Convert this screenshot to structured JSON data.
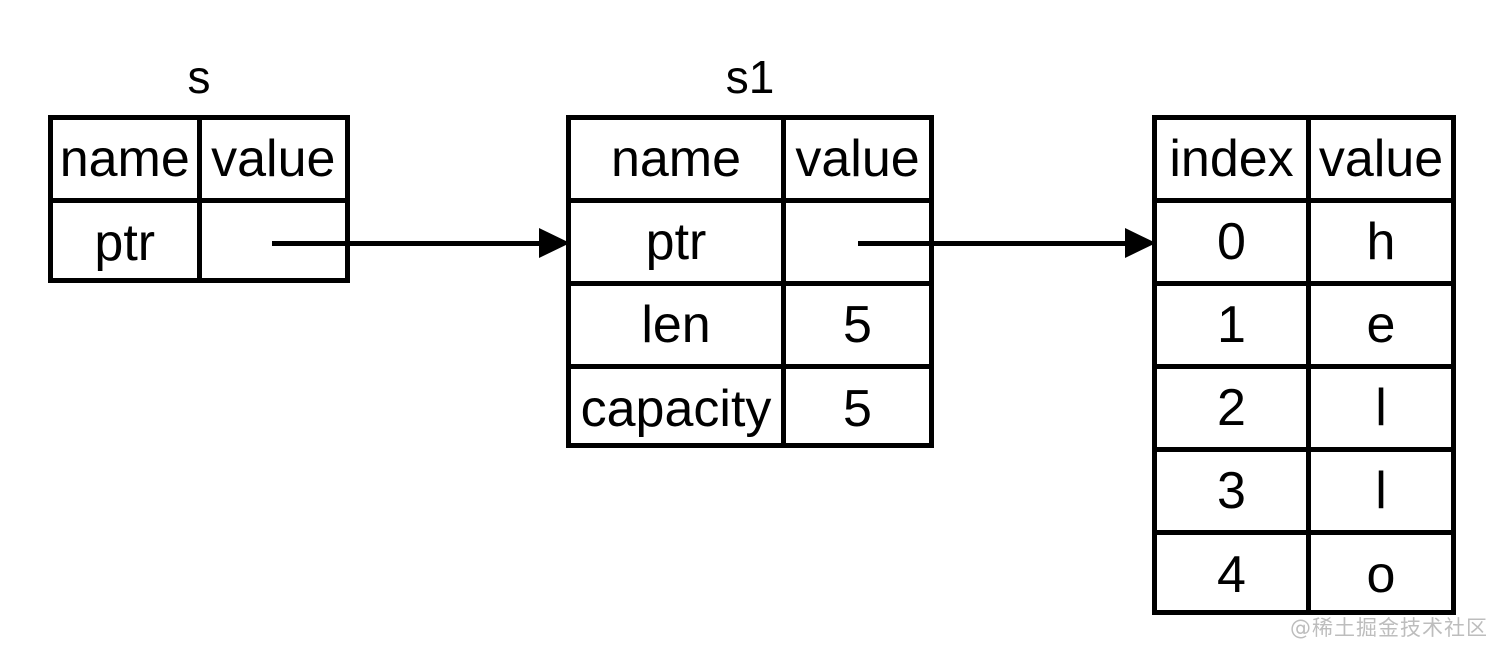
{
  "diagram": {
    "title": "rust-string-memory-layout",
    "background_color": "#ffffff",
    "line_color": "#000000",
    "watermark": "@稀土掘金技术社区"
  },
  "tables": [
    {
      "id": "s",
      "label": "s",
      "columns": [
        "name",
        "value"
      ],
      "rows": [
        {
          "name": "ptr",
          "value": ""
        }
      ]
    },
    {
      "id": "s1",
      "label": "s1",
      "columns": [
        "name",
        "value"
      ],
      "rows": [
        {
          "name": "ptr",
          "value": ""
        },
        {
          "name": "len",
          "value": "5"
        },
        {
          "name": "capacity",
          "value": "5"
        }
      ]
    },
    {
      "id": "heap",
      "label": "",
      "columns": [
        "index",
        "value"
      ],
      "rows": [
        {
          "name": "0",
          "value": "h"
        },
        {
          "name": "1",
          "value": "e"
        },
        {
          "name": "2",
          "value": "l"
        },
        {
          "name": "3",
          "value": "l"
        },
        {
          "name": "4",
          "value": "o"
        }
      ]
    }
  ],
  "arrows": [
    {
      "id": "s-to-s1",
      "from": "s.ptr.value",
      "to": "s1"
    },
    {
      "id": "s1-to-heap",
      "from": "s1.ptr.value",
      "to": "heap"
    }
  ]
}
